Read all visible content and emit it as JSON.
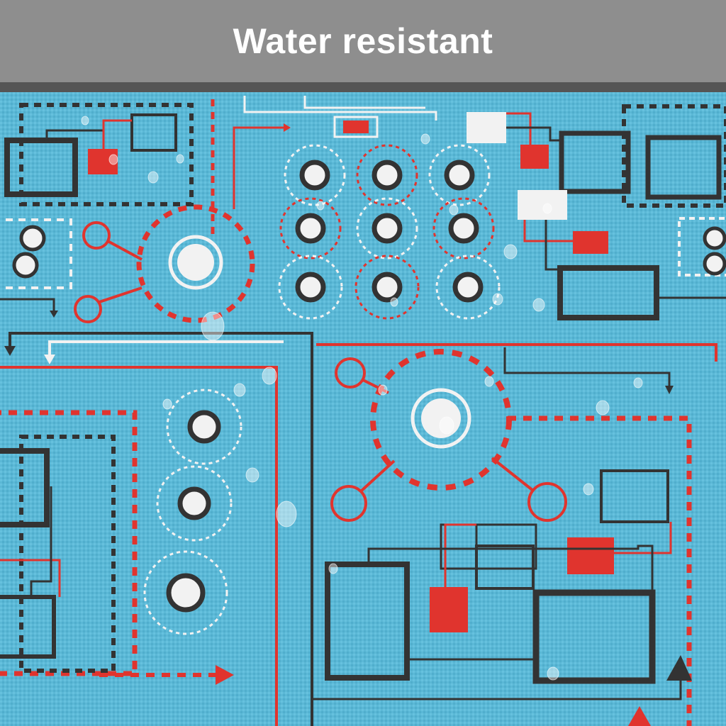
{
  "banner": {
    "title": "Water resistant"
  },
  "colors": {
    "banner_bg": "#8e8e8e",
    "banner_text": "#ffffff",
    "fabric": "#5bb8d6",
    "line_dark": "#333333",
    "line_red": "#e0342e",
    "line_white": "#f2f2f2",
    "drop": "#ffffff"
  },
  "icons": [
    "circuit-pattern",
    "water-drop"
  ]
}
